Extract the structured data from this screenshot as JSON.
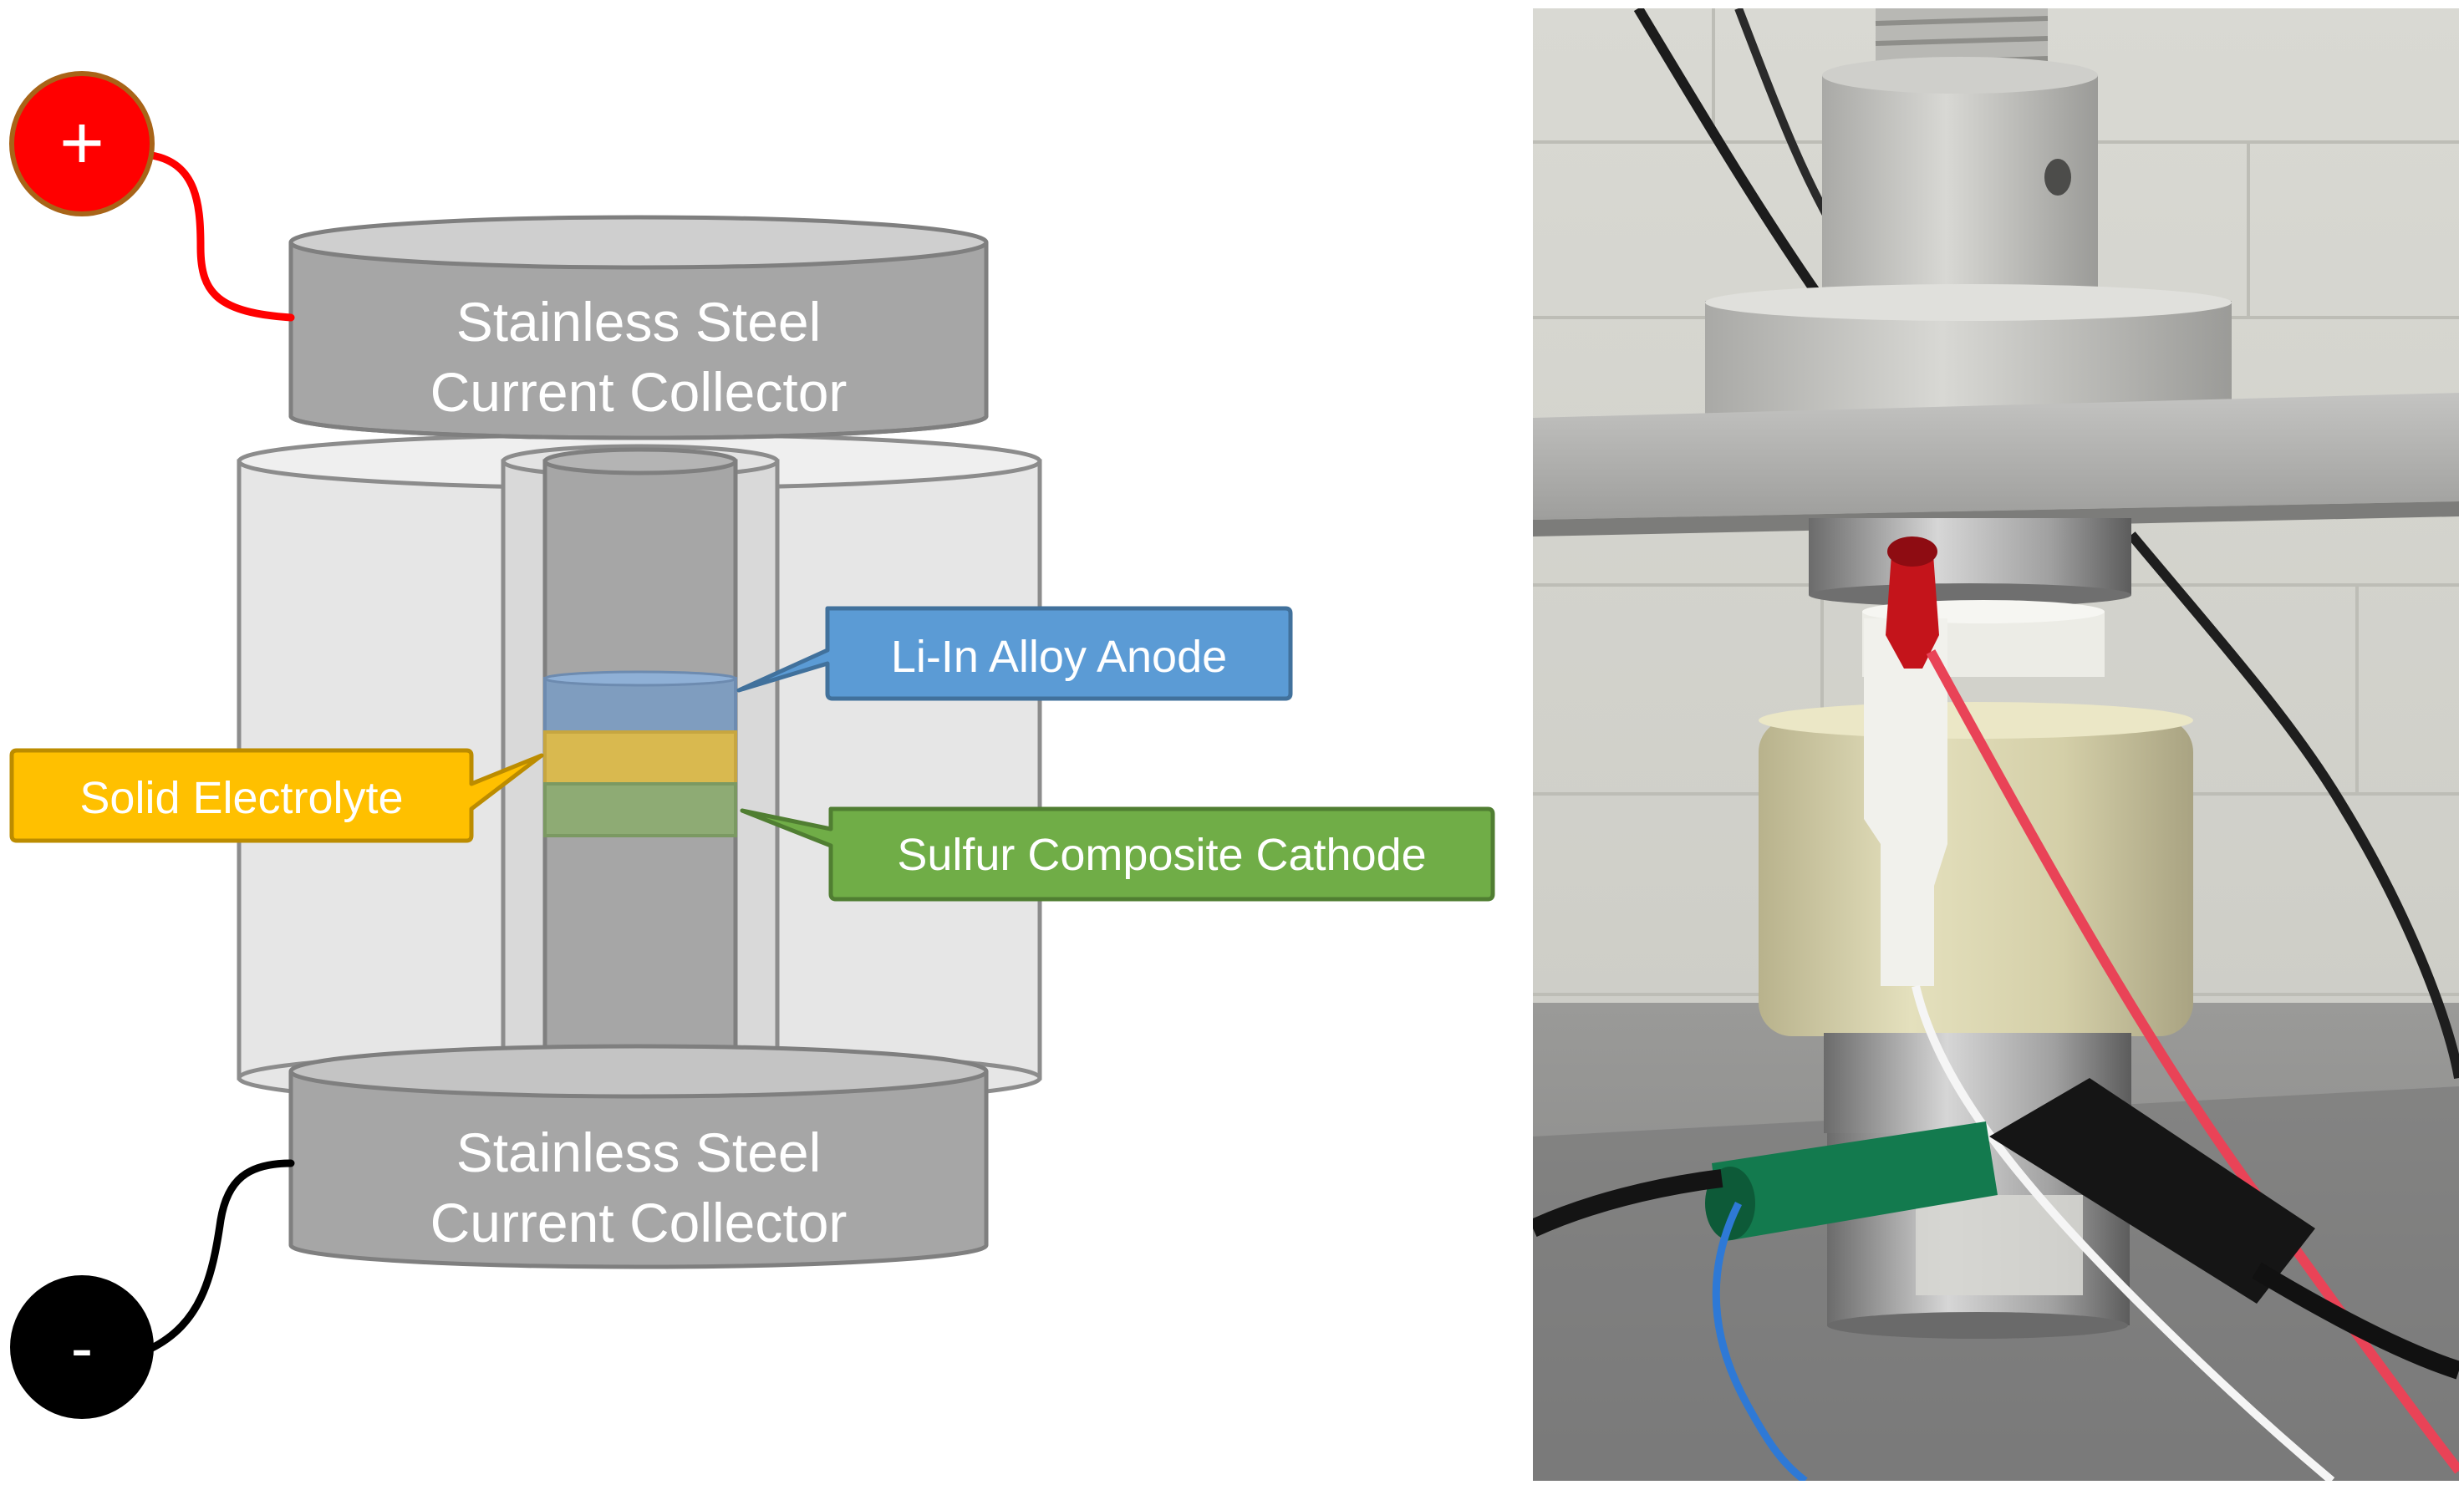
{
  "diagram": {
    "positive_terminal_symbol": "+",
    "negative_terminal_symbol": "-",
    "top_collector_line1": "Stainless Steel",
    "top_collector_line2": "Current Collector",
    "bottom_collector_line1": "Stainless Steel",
    "bottom_collector_line2": "Current Collector",
    "anode_label": "Li-In Alloy Anode",
    "electrolyte_label": "Solid Electrolyte",
    "cathode_label": "Sulfur Composite Cathode"
  },
  "colors": {
    "positive": "#ff0000",
    "positive_ring": "#a86418",
    "negative": "#000000",
    "collector": "#a6a6a6",
    "collector_top": "#cfcfcf",
    "outline": "#7f7f7f",
    "housing": "#e6e6e6",
    "anode": "#5b9bd5",
    "electrolyte": "#ffc000",
    "cathode": "#70ad47"
  },
  "photo": {
    "subject": "pressure-cell-test-rig-photo"
  }
}
